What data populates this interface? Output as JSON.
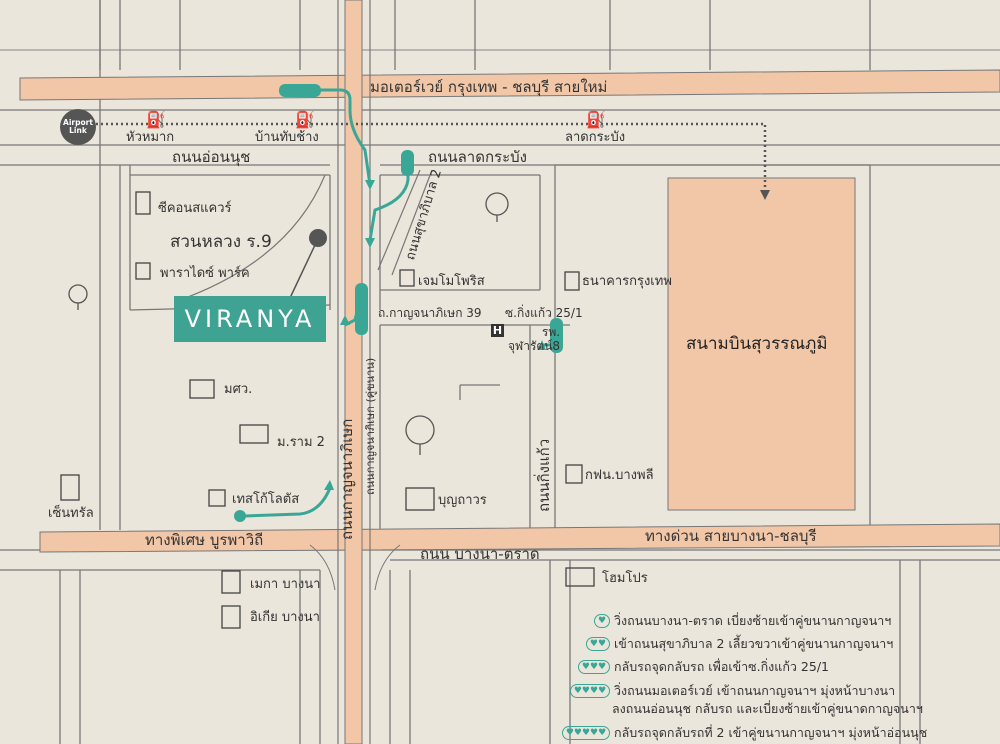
{
  "colors": {
    "background": "#ebe6dc",
    "expressway": "#f1c7a8",
    "route": "#3aa796",
    "logo_bg": "#3ea393",
    "airport_block": "#f1c7a8"
  },
  "roads": {
    "motorway": "มอเตอร์เวย์ กรุงเทพ - ชลบุรี สายใหม่",
    "on_nut": "ถนนอ่อนนุช",
    "lat_krabang": "ถนนลาดกระบัง",
    "sukhaphiban2": "ถนนสุขาภิบาล 2",
    "kanchanaphisek": "ถนนกาญจนาภิเษก",
    "kanchanaphisek_small": "ถนนกาญจนาภิเษก (คู่ขนาน)",
    "soi_kanchana39": "ถ.กาญจนาภิเษก 39",
    "soi_kingkaew": "ซ.กิ่งแก้ว 25/1",
    "kingkaew": "ถนนกิ่งแก้ว",
    "phiset": "ทางพิเศษ บูรพาวิถี",
    "bangna_trad": "ถนน บางนา-ตราด",
    "bangna_chonburi": "ทางด่วน สายบางนา-ชลบุรี"
  },
  "stations": {
    "airport_link": "Airport\nLink",
    "hua_mak": "หัวหมาก",
    "ban_thap_chang": "บ้านทับช้าง",
    "lat_krabang": "ลาดกระบัง"
  },
  "places": {
    "seacon": "ซีคอนสแควร์",
    "suan_luang": "สวนหลวง ร.9",
    "paradise": "พาราไดซ์ พาร์ค",
    "gems": "เจมโมโพริส",
    "bangkok_bank": "ธนาคารกรุงเทพ",
    "hospital": "รพ.\nจุฬารัตน์8",
    "hospital_mark": "H",
    "airport": "สนามบินสุวรรณภูมิ",
    "mahidol": "มศว.",
    "ramkhamhaeng": "ม.ราม 2",
    "lotus": "เทสโก้โลตัส",
    "central": "เซ็นทรัล",
    "boonthavorn": "บุญถาวร",
    "pea": "กฟน.บางพลี",
    "homepro": "โฮมโปร",
    "mega": "เมกา บางนา",
    "ikea": "อิเกีย บางนา"
  },
  "logo": "VIRANYA",
  "legend": [
    {
      "hearts": 1,
      "text": "วิ่งถนนบางนา-ตราด เบี่ยงซ้ายเข้าคู่ขนานกาญจนาฯ"
    },
    {
      "hearts": 2,
      "text": "เข้าถนนสุขาภิบาล 2 เลี้ยวขวาเข้าคู่ขนานกาญจนาฯ"
    },
    {
      "hearts": 3,
      "text": "กลับรถจุดกลับรถ เพื่อเข้าซ.กิ่งแก้ว 25/1"
    },
    {
      "hearts": 4,
      "text": "วิ่งถนนมอเตอร์เวย์ เข้าถนนกาญจนาฯ มุ่งหน้าบางนา"
    },
    {
      "hearts": 0,
      "text": "ลงถนนอ่อนนุช  กลับรถ และเบี่ยงซ้ายเข้าคู่ขนาดกาญจนาฯ"
    },
    {
      "hearts": 5,
      "text": "กลับรถจุดกลับรถที่ 2 เข้าคู่ขนานกาญจนาฯ มุ่งหน้าอ่อนนุช"
    }
  ]
}
